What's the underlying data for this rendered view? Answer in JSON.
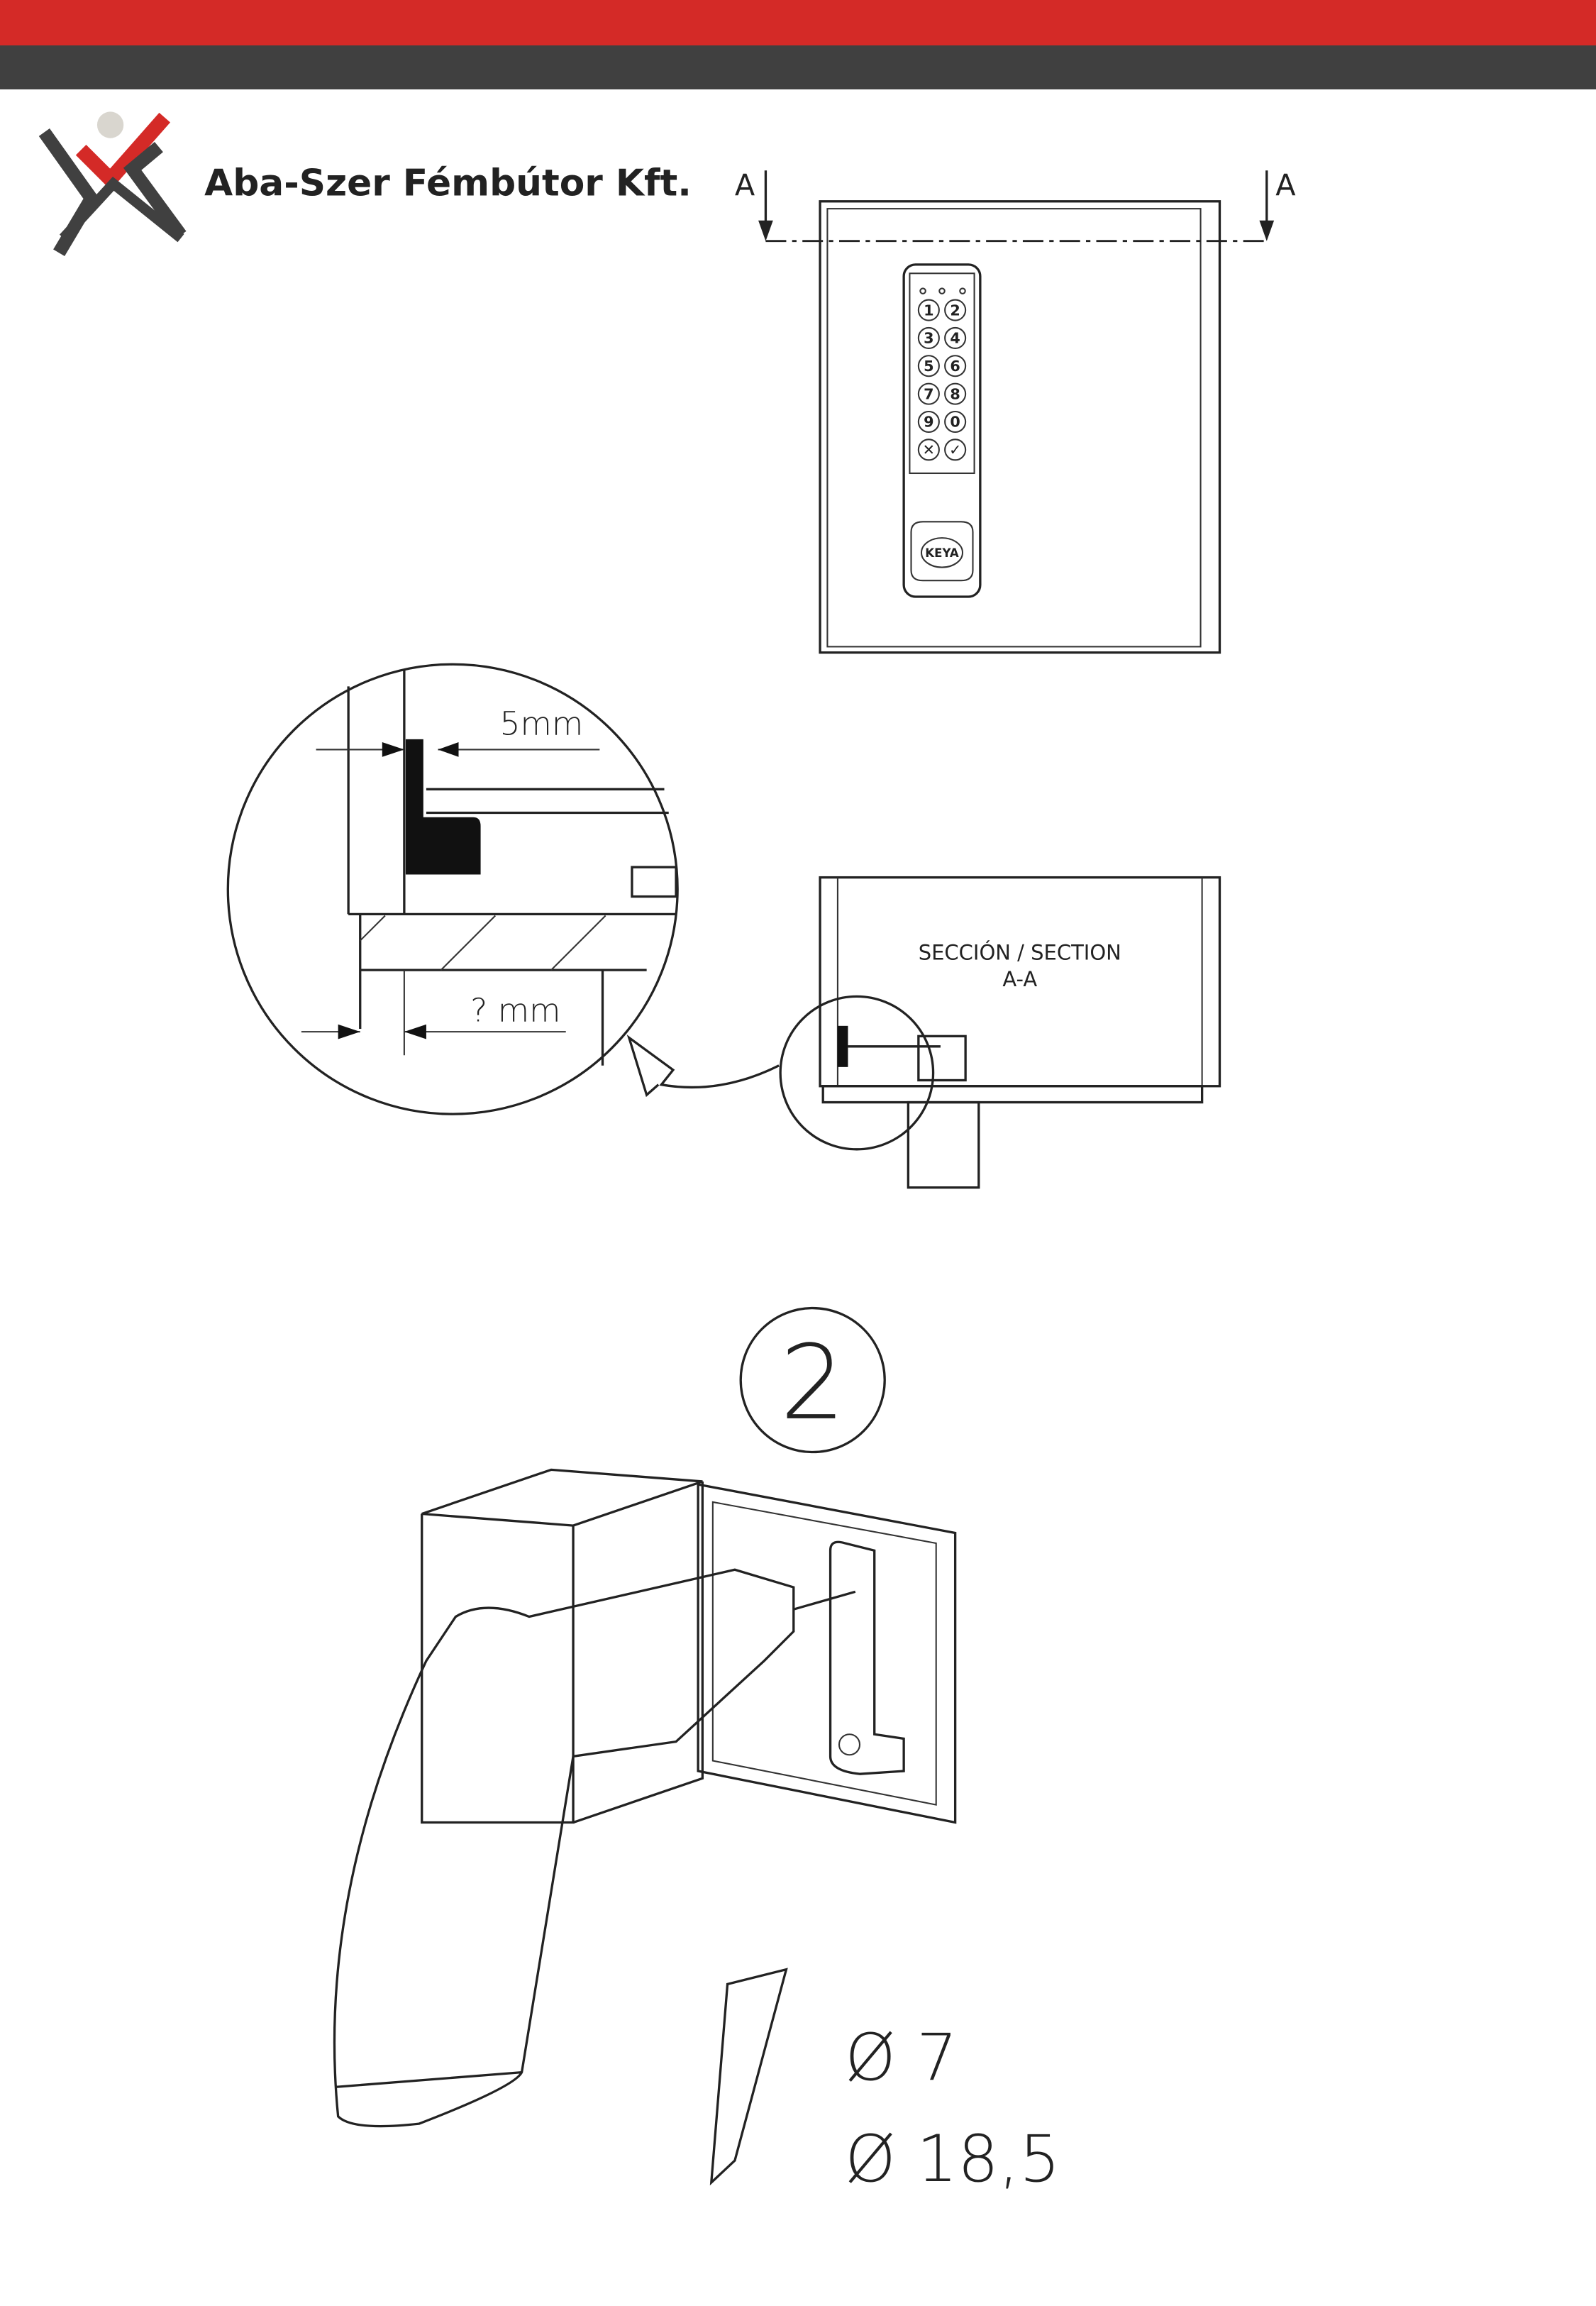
{
  "header": {
    "company_name": "Aba-Szer Fémbútor Kft.",
    "colors": {
      "red": "#d42a27",
      "dark": "#404040",
      "logo_grey": "#d9d6cf"
    }
  },
  "front_view": {
    "section_marker_left": "A",
    "section_marker_right": "A",
    "keypad_keys": [
      "1",
      "2",
      "3",
      "4",
      "5",
      "6",
      "7",
      "8",
      "9",
      "0",
      "✕",
      "✓"
    ],
    "lock_brand": "KEYA"
  },
  "detail_view": {
    "dimension_top": "5mm",
    "dimension_bottom": "? mm"
  },
  "section_view": {
    "label_line1": "SECCIÓN / SECTION",
    "label_line2": "A-A"
  },
  "step": {
    "number": "2",
    "drill_sizes": [
      "Ø 7",
      "Ø 18,5"
    ]
  }
}
